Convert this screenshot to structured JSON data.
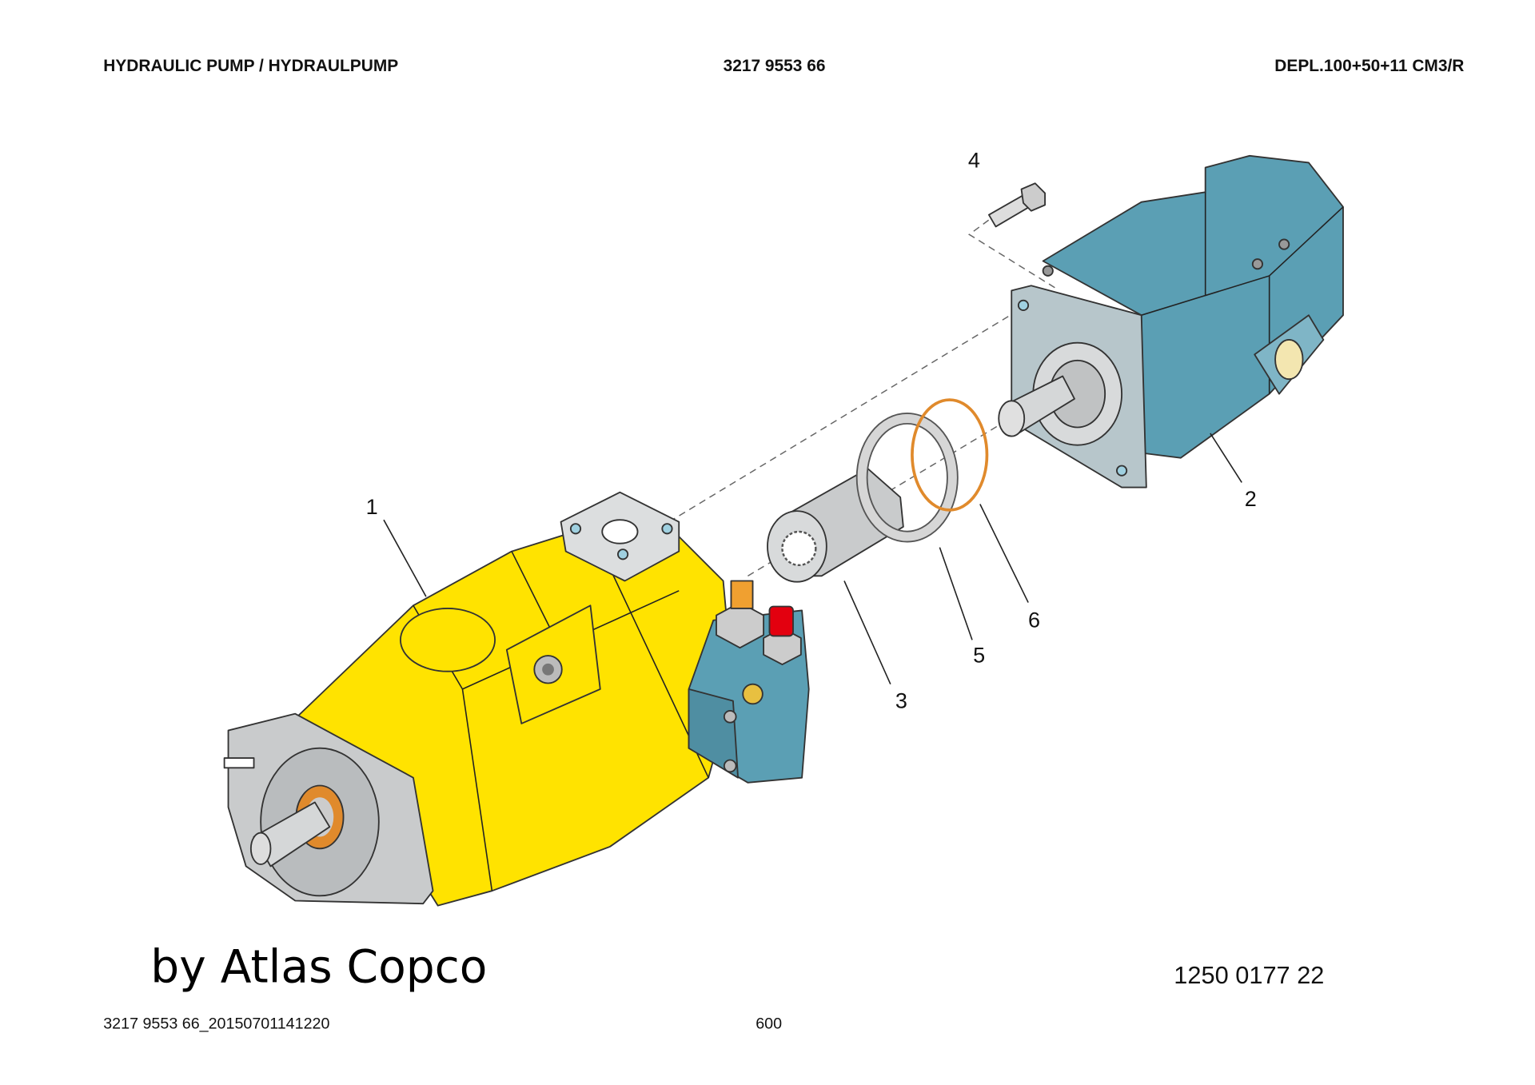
{
  "header": {
    "title": "HYDRAULIC PUMP / HYDRAULPUMP",
    "part_number": "3217 9553 66",
    "displacement": "DEPL.100+50+11 CM3/R"
  },
  "callouts": [
    "1",
    "2",
    "3",
    "4",
    "5",
    "6"
  ],
  "watermark": "by Atlas Copco",
  "drawing_number": "1250 0177 22",
  "footer": {
    "document_id": "3217 9553 66_20150701141220",
    "page": "600"
  },
  "colors": {
    "yellow_pump": "#ffe300",
    "blue_pump": "#5b9fb4",
    "seal_orange": "#e08a2c",
    "plug_red": "#e3000f",
    "plug_orange": "#f0a030",
    "metal_gray": "#c9cbcc"
  }
}
